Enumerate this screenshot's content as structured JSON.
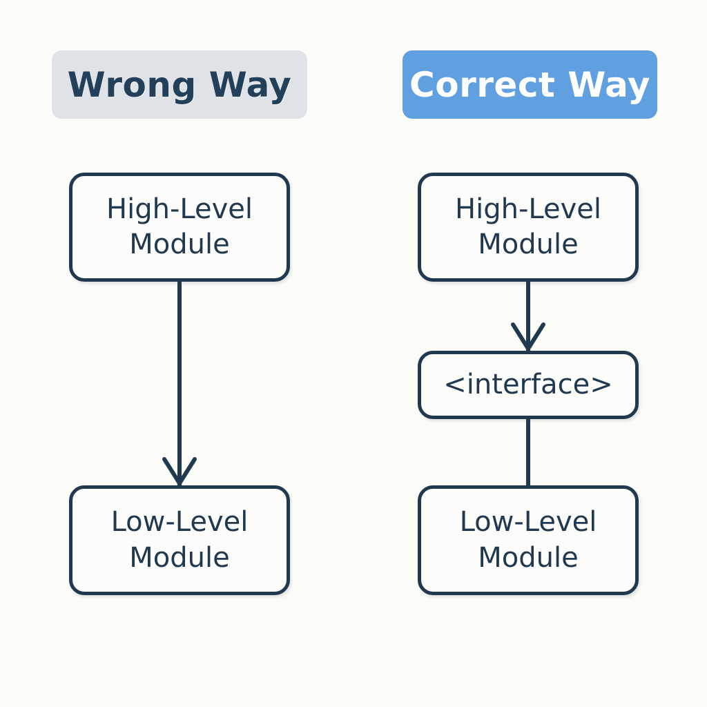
{
  "canvas": {
    "background_color": "#fbfbf8",
    "stroke_color": "#20394e",
    "text_color": "#20394e"
  },
  "panels": [
    {
      "id": "wrong",
      "header": {
        "label": "Wrong Way",
        "background_color": "#dfe2e6",
        "text_color": "#22405a"
      },
      "nodes": [
        {
          "id": "wrong-high-level-module",
          "label": "High-Level\nModule"
        },
        {
          "id": "wrong-low-level-module",
          "label": "Low-Level\nModule"
        }
      ],
      "connectors": [
        {
          "id": "wrong-high-to-low",
          "from": "wrong-high-level-module",
          "to": "wrong-low-level-module",
          "arrowhead": "chevron",
          "direction": "down"
        }
      ]
    },
    {
      "id": "correct",
      "header": {
        "label": "Correct Way",
        "background_color": "#61a0e0",
        "text_color": "#ffffff"
      },
      "nodes": [
        {
          "id": "correct-high-level-module",
          "label": "High-Level\nModule"
        },
        {
          "id": "correct-interface",
          "label": "<interface>"
        },
        {
          "id": "correct-low-level-module",
          "label": "Low-Level\nModule"
        }
      ],
      "connectors": [
        {
          "id": "correct-high-to-interface",
          "from": "correct-high-level-module",
          "to": "correct-interface",
          "arrowhead": "chevron",
          "direction": "down"
        },
        {
          "id": "correct-interface-to-low",
          "from": "correct-interface",
          "to": "correct-low-level-module",
          "arrowhead": "none",
          "direction": "down"
        }
      ]
    }
  ]
}
